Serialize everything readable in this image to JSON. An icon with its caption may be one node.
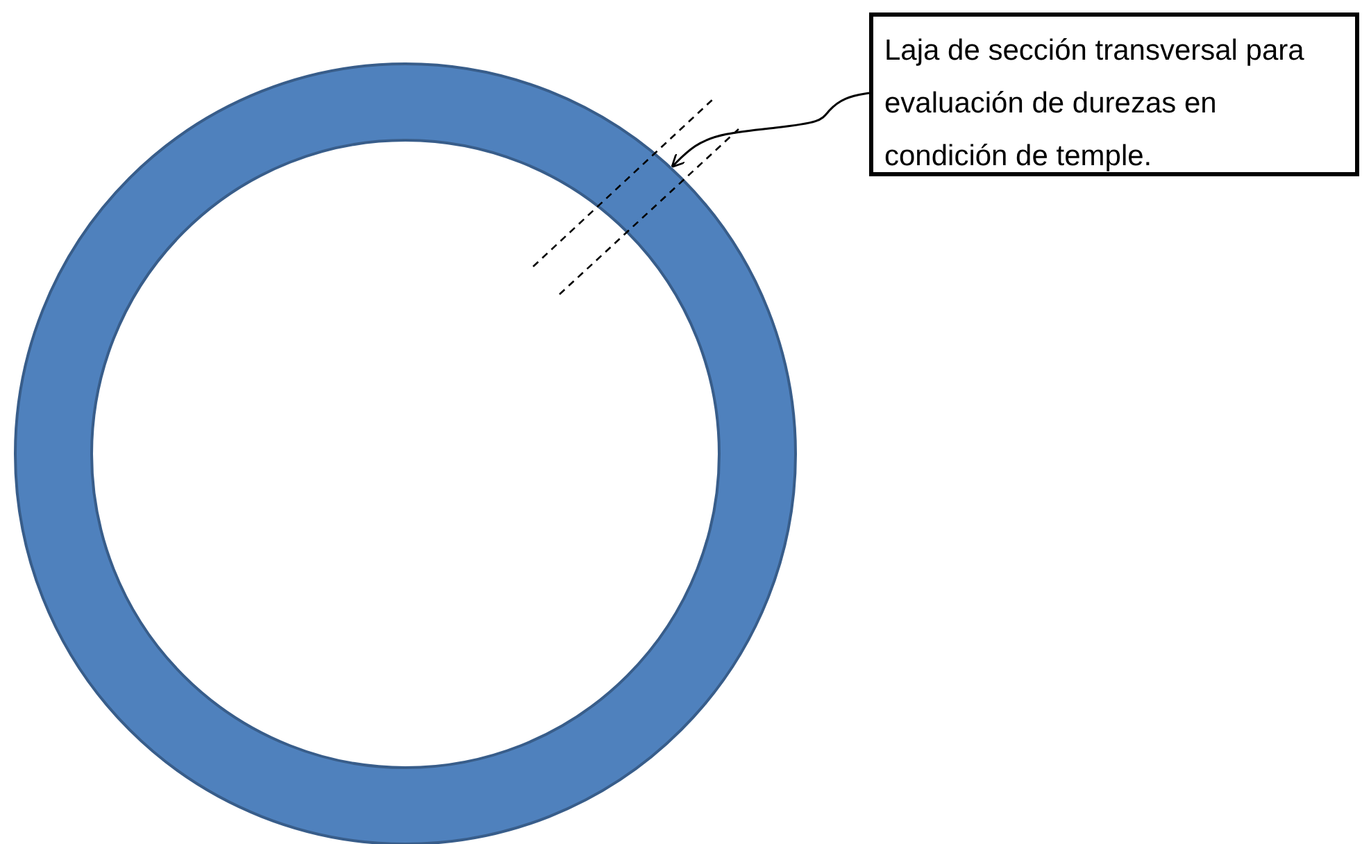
{
  "diagram": {
    "nodes": [
      {
        "text": [
          "Laja de sección transversal para evaluación de durezas en condición de temple."
        ]
      },
      {
        "text": [],
        "shape": "circle"
      }
    ],
    "edges": [
      {
        "from": 0,
        "to": 1,
        "arrow": "to"
      }
    ]
  }
}
